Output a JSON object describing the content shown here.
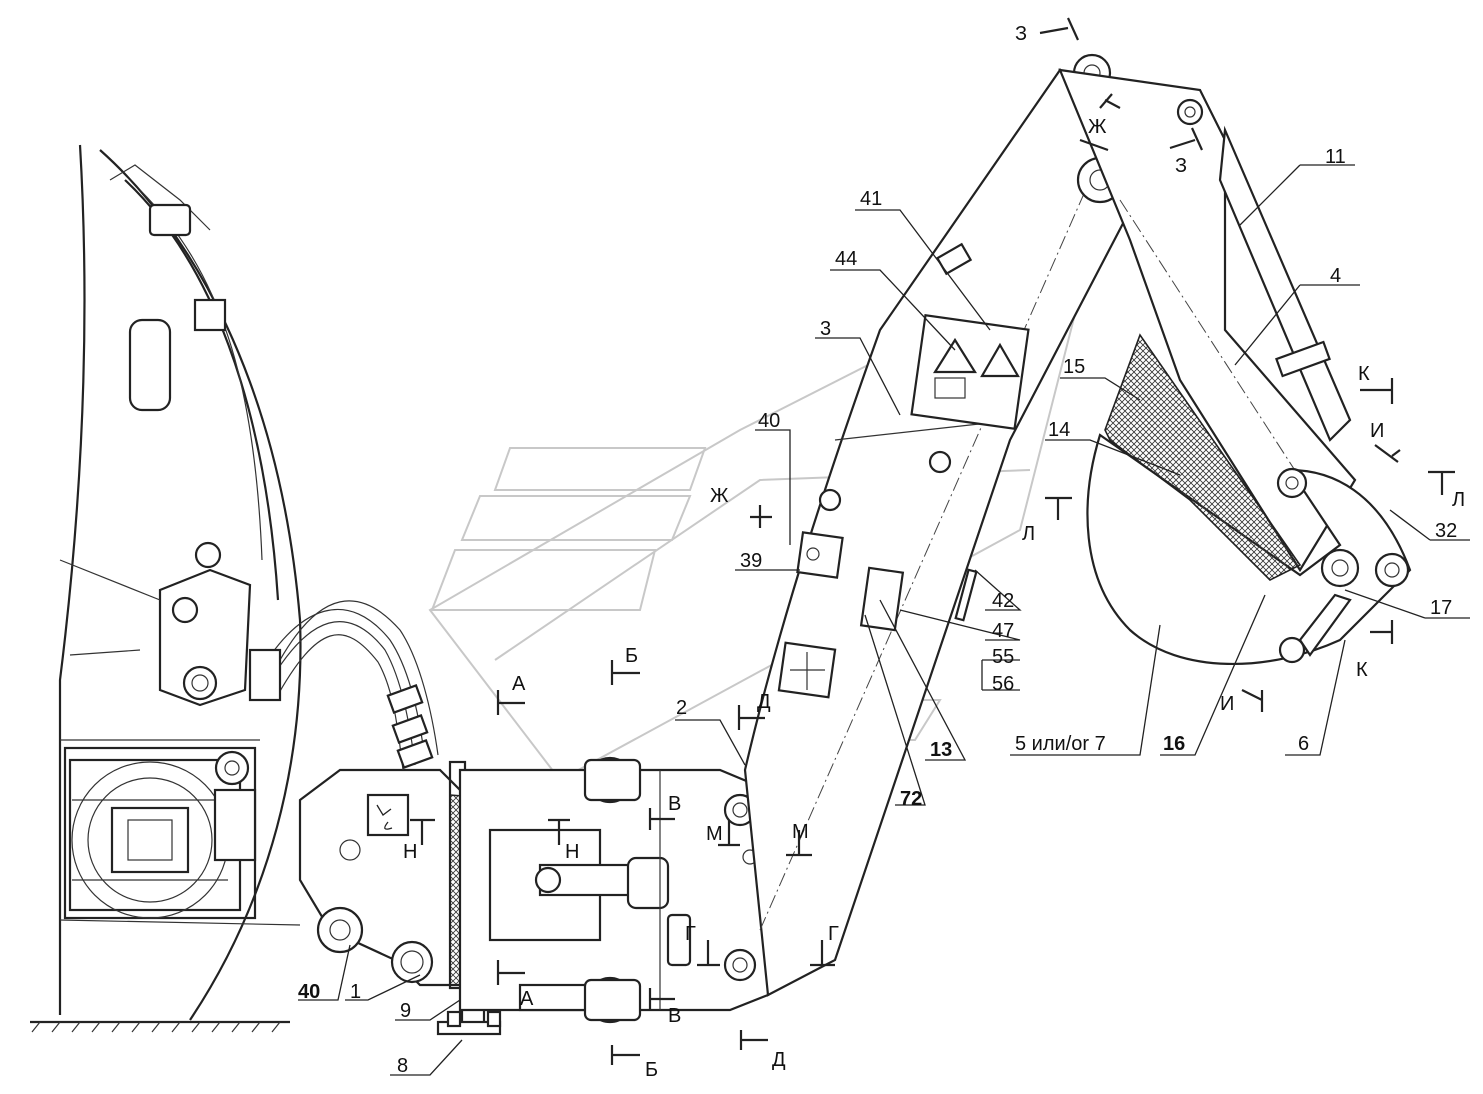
{
  "part_labels": {
    "p1": "1",
    "p2": "2",
    "p3": "3",
    "p4": "4",
    "p5_7": "5 или/or 7",
    "p6": "6",
    "p8": "8",
    "p9": "9",
    "p11": "11",
    "p13": "13",
    "p14": "14",
    "p15": "15",
    "p16": "16",
    "p17": "17",
    "p32": "32",
    "p39": "39",
    "p40_top": "40",
    "p40_bottom": "40",
    "p41": "41",
    "p42": "42",
    "p44": "44",
    "p47": "47",
    "p55": "55",
    "p56": "56",
    "p72": "72"
  },
  "section_labels": {
    "A": "А",
    "B": "Б",
    "V": "В",
    "G": "Г",
    "D": "Д",
    "Zh": "Ж",
    "Z": "З",
    "I": "И",
    "K": "К",
    "L": "Л",
    "M": "М",
    "N": "Н"
  }
}
